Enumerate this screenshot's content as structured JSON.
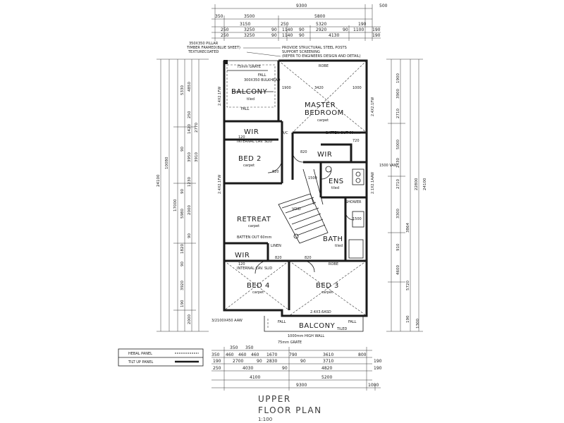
{
  "top_dims": {
    "row1": [
      "9300",
      "500"
    ],
    "row2": [
      "350",
      "3500",
      "5800"
    ],
    "row3": [
      "3150",
      "250",
      "5320",
      "190"
    ],
    "row4": [
      "250",
      "3250",
      "90",
      "1140",
      "90",
      "2920",
      "90",
      "1100",
      "190"
    ],
    "row5": [
      "250",
      "3250",
      "90",
      "1140",
      "90",
      "4130",
      "190"
    ]
  },
  "notes": {
    "n1": "350X350 PILLAR",
    "n2": "TIMBER FRAMED(BLUE SHEET)",
    "n3": "TEXTURECOATED",
    "n4": "PROVIDE STRUCTURAL STEEL POSTS",
    "n5": "SUPPORT SCREENING",
    "n6": "(REFER TO ENGINEERS DESIGN AND DETAIL)",
    "grate": "75mm GRATE",
    "fall": "FALL",
    "bulkhead": "300X350 BULKHEAD",
    "robe": "ROBE",
    "d1900": "1900",
    "d3420": "3420",
    "d1000": "1000",
    "ac": "A/C",
    "batten": "BATTEN OUT 60mm",
    "slid1": "INTERNAL CAV. SLID",
    "slid2": "INTERNAL CAV. SLID",
    "batten2": "BATTEN OUT 60mm",
    "linen": "LINEN",
    "shower": "SHOWER",
    "void": "VOID",
    "robe2": "ROBE",
    "window1": "2.4X3.6ASD",
    "window2": "3/2100X450 AAW",
    "highwall": "1000mm HIGH WALL",
    "grate2": "75mm GRATE",
    "tiled": "TILED",
    "van": "1500 VAN",
    "d820a": "820",
    "d820b": "820",
    "d820c": "820",
    "d820d": "820",
    "d720": "720",
    "d1500a": "1500",
    "d1500b": "1500",
    "d120a": "120",
    "d120b": "120",
    "d2_4a": "2.4X2.1FW",
    "d2_4b": "2.4X2.1FW",
    "d2_4c": "2.4X2.1FW",
    "d2_4d": "2.1X2.1AAW"
  },
  "rooms": {
    "balcony1": "BALCONY",
    "balcony1_sub": "tiled",
    "master1": "MASTER",
    "master2": "BEDROOM",
    "master_sub": "carpet",
    "wir1": "WIR",
    "wir2": "WIR",
    "wir3": "WIR",
    "bed2": "BED 2",
    "bed2_sub": "carpet",
    "ens": "ENS",
    "ens_sub": "tiled",
    "retreat": "RETREAT",
    "retreat_sub": "carpet",
    "bath": "BATH",
    "bath_sub": "tiled",
    "bed4": "BED 4",
    "bed4_sub": "carpet",
    "bed3": "BED 3",
    "bed3_sub": "carpet",
    "balcony2": "BALCONY"
  },
  "left_dims": {
    "outer": "24100",
    "mid1": "10080",
    "mid2": "17000",
    "a": [
      "5330",
      "4850",
      "250",
      "1420",
      "2770",
      "90",
      "3950",
      "3910",
      "1230",
      "90",
      "5980",
      "2000",
      "90",
      "1820",
      "90",
      "3920",
      "190",
      "2000"
    ]
  },
  "right_dims": {
    "outer": "24100",
    "mid": "22800",
    "a": [
      "1900",
      "3900",
      "2710",
      "5000",
      "2430",
      "2710",
      "3300",
      "3864",
      "910",
      "4600",
      "5720",
      "190",
      "1300"
    ]
  },
  "legend": {
    "hebal": "HEBAL PANEL",
    "tilt": "TILT UP PANEL"
  },
  "bottom_dims": {
    "r1": [
      "350",
      "350"
    ],
    "r2": [
      "350",
      "460",
      "460",
      "460",
      "1670",
      "790",
      "3610",
      "800"
    ],
    "r3": [
      "190",
      "2700",
      "90",
      "2830",
      "90",
      "3710",
      "190"
    ],
    "r4": [
      "250",
      "4030",
      "90",
      "4820",
      "190"
    ],
    "r5": [
      "4100",
      "5200"
    ],
    "r6": [
      "9300",
      "1000"
    ]
  },
  "title": {
    "line1": "UPPER",
    "line2": "FLOOR PLAN",
    "scale": "1:100"
  }
}
